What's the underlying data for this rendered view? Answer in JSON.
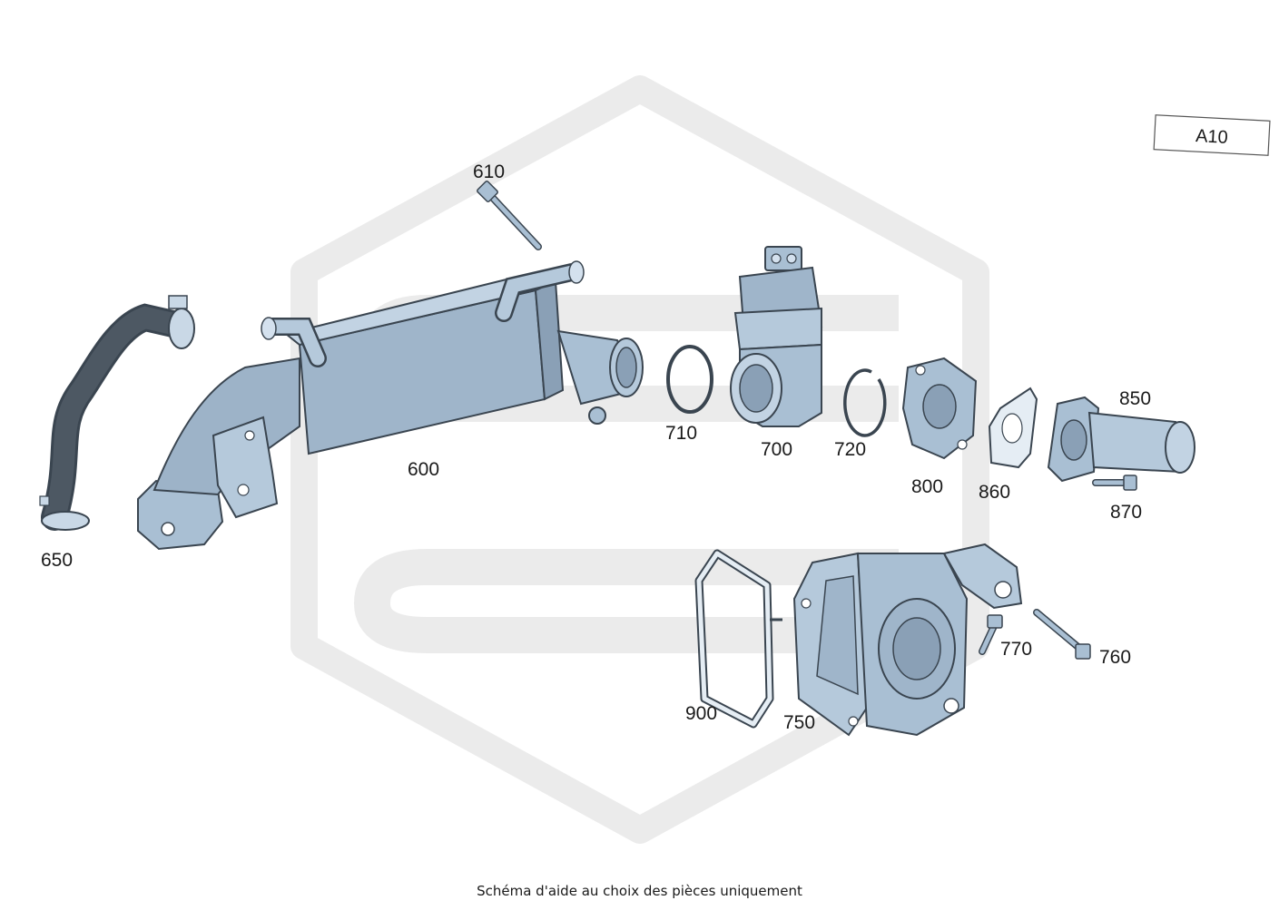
{
  "reference_tag": "A10",
  "caption": "Schéma d'aide au choix des pièces uniquement",
  "colors": {
    "part_fill": "#a9bfd3",
    "part_dark": "#7d93a8",
    "part_light": "#c9d8e6",
    "hose": "#4d5863",
    "outline": "#3a4550",
    "watermark": "#ebebeb"
  },
  "callouts": {
    "p600": "600",
    "p610": "610",
    "p650": "650",
    "p700": "700",
    "p710": "710",
    "p720": "720",
    "p750": "750",
    "p760": "760",
    "p770": "770",
    "p800": "800",
    "p850": "850",
    "p860": "860",
    "p870": "870",
    "p900": "900"
  }
}
